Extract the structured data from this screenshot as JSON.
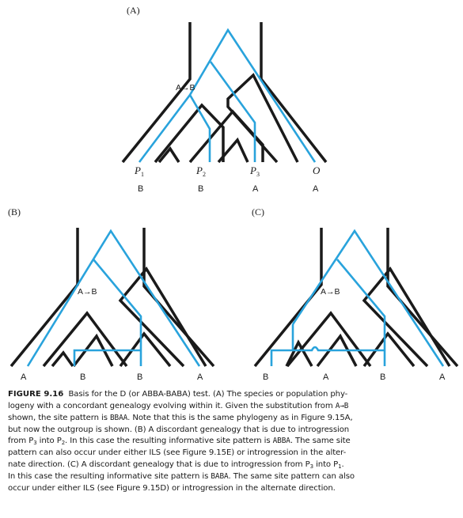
{
  "colors": {
    "species_tree": "#1a1a1a",
    "gene_tree": "#29a3dc"
  },
  "panels": {
    "A": {
      "label": "(A)",
      "substitution": "A→B",
      "taxa": [
        {
          "name": "P",
          "sub": "1",
          "state": "B"
        },
        {
          "name": "P",
          "sub": "2",
          "state": "B"
        },
        {
          "name": "P",
          "sub": "3",
          "state": "A"
        },
        {
          "name": "O",
          "sub": "",
          "state": "A"
        }
      ]
    },
    "B": {
      "label": "(B)",
      "substitution": "A→B",
      "tip_states": [
        "A",
        "B",
        "B",
        "A"
      ]
    },
    "C": {
      "label": "(C)",
      "substitution": "A→B",
      "tip_states": [
        "B",
        "A",
        "B",
        "A"
      ]
    }
  },
  "caption": {
    "figure_number": "FIGURE 9.16",
    "l1": "Basis for the D (or ABBA-BABA) test. (A) The species or population phy-",
    "l2a": "logeny with a concordant genealogy evolving within it. Given the substitution from ",
    "l2b": "A→B",
    "l3a": "shown, the site pattern is ",
    "l3b": "BBAA",
    "l3c": ". Note that this is the same phylogeny as in Figure 9.15A,",
    "l4": "but now the outgroup is shown. (B) A discordant genealogy that is due to introgression",
    "l5a": "from P",
    "l5s1": "3",
    "l5b": " into P",
    "l5s2": "2",
    "l5c": ". In this case the resulting informative site pattern is ",
    "l5d": "ABBA",
    "l5e": ". The same site",
    "l6": "pattern can also occur under either ILS (see Figure 9.15E) or introgression in the alter-",
    "l7a": "nate direction. (C) A discordant genealogy that is due to introgression from P",
    "l7s1": "3",
    "l7b": " into P",
    "l7s2": "1",
    "l7c": ".",
    "l8a": "In this case the resulting informative site pattern is ",
    "l8b": "BABA",
    "l8c": ". The same site pattern can also",
    "l9": "occur under either ILS (see Figure 9.15D) or introgression in the alternate direction."
  }
}
